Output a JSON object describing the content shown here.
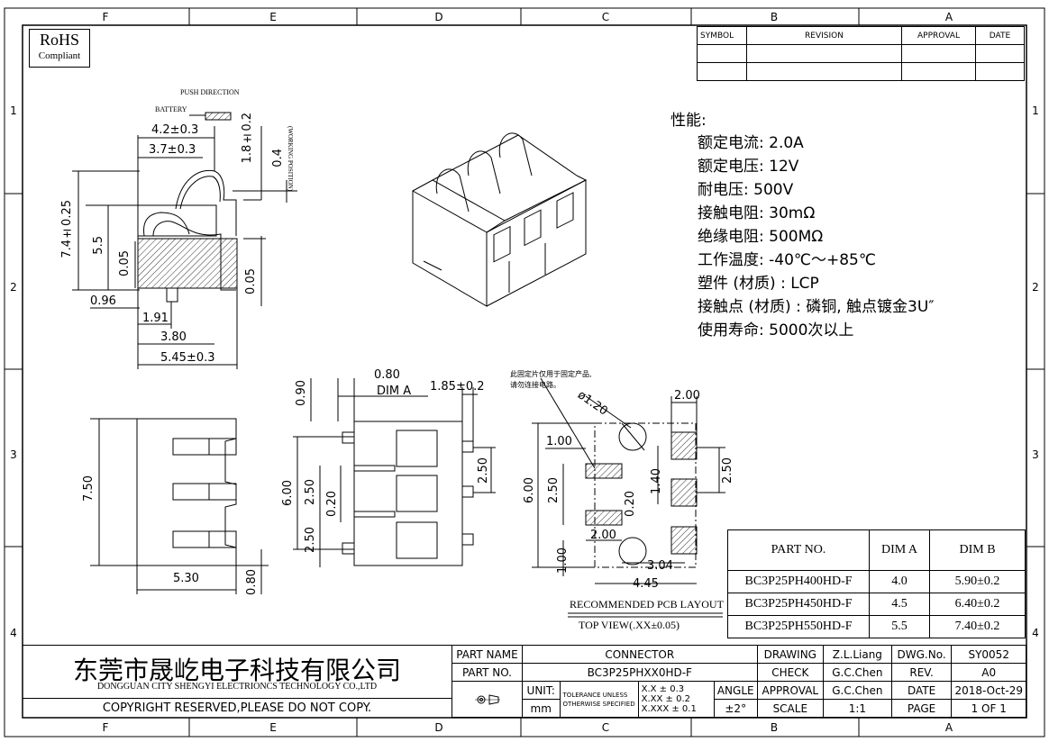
{
  "rohs": {
    "line1": "RoHS",
    "line2": "Compliant"
  },
  "zones": {
    "columns": [
      "F",
      "E",
      "D",
      "C",
      "B",
      "A"
    ],
    "rows": [
      "1",
      "2",
      "3",
      "4"
    ]
  },
  "revision_table": {
    "headers": [
      "SYMBOL",
      "REVISION",
      "APPROVAL",
      "DATE"
    ]
  },
  "spec": {
    "title": "性能:",
    "items": [
      "额定电流: 2.0A",
      "额定电压: 12V",
      "耐电压: 500V",
      "接触电阻: 30mΩ",
      "绝缘电阻: 500MΩ",
      "工作温度: -40℃～+85℃",
      "塑件 (材质) : LCP",
      "接触点 (材质) : 磷铜, 触点镀金3U″",
      "使用寿命: 5000次以上"
    ]
  },
  "side_view": {
    "push_direction": "PUSH DIRECTION",
    "battery": "BATTERY",
    "working_position": "(WORKING POSITION)",
    "dims": [
      "4.2±0.3",
      "3.7±0.3",
      "1.8±0.2",
      "0.4",
      "7.4±0.25",
      "5.5",
      "0.05",
      "0.05",
      "0.96",
      "1.91",
      "3.80",
      "5.45±0.3"
    ]
  },
  "front_view": {
    "dims": [
      "7.50",
      "5.30",
      "0.80"
    ]
  },
  "pin_view": {
    "dims": [
      "0.80",
      "DIM A",
      "1.85±0.2",
      "0.90",
      "6.00",
      "2.50",
      "0.20",
      "2.50",
      "2.50"
    ]
  },
  "pcb_layout": {
    "note": "此固定片仅用于固定产品,\n请勿连接电路。",
    "dims": [
      "ø1.20",
      "2.00",
      "1.00",
      "6.00",
      "2.50",
      "0.20",
      "1.40",
      "2.50",
      "2.00",
      "1.00",
      "3.04",
      "4.45"
    ],
    "caption1": "RECOMMENDED PCB LAYOUT",
    "caption2": "TOP VIEW(.XX±0.05)"
  },
  "part_table": {
    "headers": [
      "PART NO.",
      "DIM A",
      "DIM B"
    ],
    "rows": [
      [
        "BC3P25PH400HD-F",
        "4.0",
        "5.90±0.2"
      ],
      [
        "BC3P25PH450HD-F",
        "4.5",
        "6.40±0.2"
      ],
      [
        "BC3P25PH550HD-F",
        "5.5",
        "7.40±0.2"
      ]
    ]
  },
  "title_block": {
    "company_cn": "东莞市晟屹电子科技有限公司",
    "company_en": "DONGGUAN CITY SHENGYI ELECTRIONCS TECHNOLOGY CO.,LTD",
    "copyright": "COPYRIGHT RESERVED,PLEASE DO NOT COPY.",
    "part_name_label": "PART NAME",
    "part_name": "CONNECTOR",
    "part_no_label": "PART NO.",
    "part_no": "BC3P25PHXX0HD-F",
    "unit_label": "UNIT:",
    "unit": "mm",
    "tolerance1": "TOLERANCE UNLESS",
    "tolerance2": "OTHERWISE SPECIFIED",
    "tol_xx": "X.X ± 0.3",
    "tol_xxx": "X.XX ± 0.2",
    "tol_xxxx": "X.XXX ± 0.1",
    "angle_label": "ANGLE",
    "angle": "±2°",
    "drawing_label": "DRAWING",
    "drawing": "Z.L.Liang",
    "check_label": "CHECK",
    "check": "G.C.Chen",
    "approval_label": "APPROVAL",
    "approval": "G.C.Chen",
    "scale_label": "SCALE",
    "scale": "1:1",
    "dwg_label": "DWG.No.",
    "dwg": "SY0052",
    "rev_label": "REV.",
    "rev": "A0",
    "date_label": "DATE",
    "date": "2018-Oct-29",
    "page_label": "PAGE",
    "page": "1 OF 1"
  }
}
